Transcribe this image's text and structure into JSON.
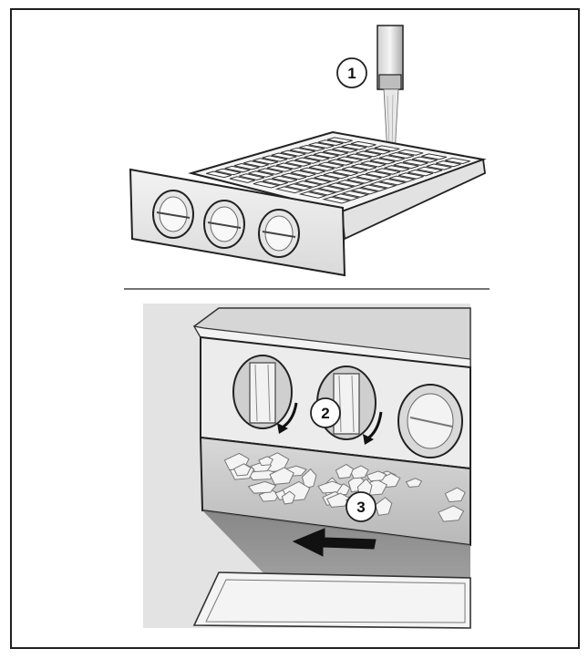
{
  "steps": [
    {
      "number": "1"
    },
    {
      "number": "2"
    },
    {
      "number": "3"
    }
  ],
  "colors": {
    "frame_border": "#1f1f1f",
    "line": "#222222",
    "tray_fill": "#f4f4f4",
    "photo_bg": "#e3e3e3",
    "ice_bin": "#cfcfcf",
    "shadow": "#8a8a8a"
  }
}
